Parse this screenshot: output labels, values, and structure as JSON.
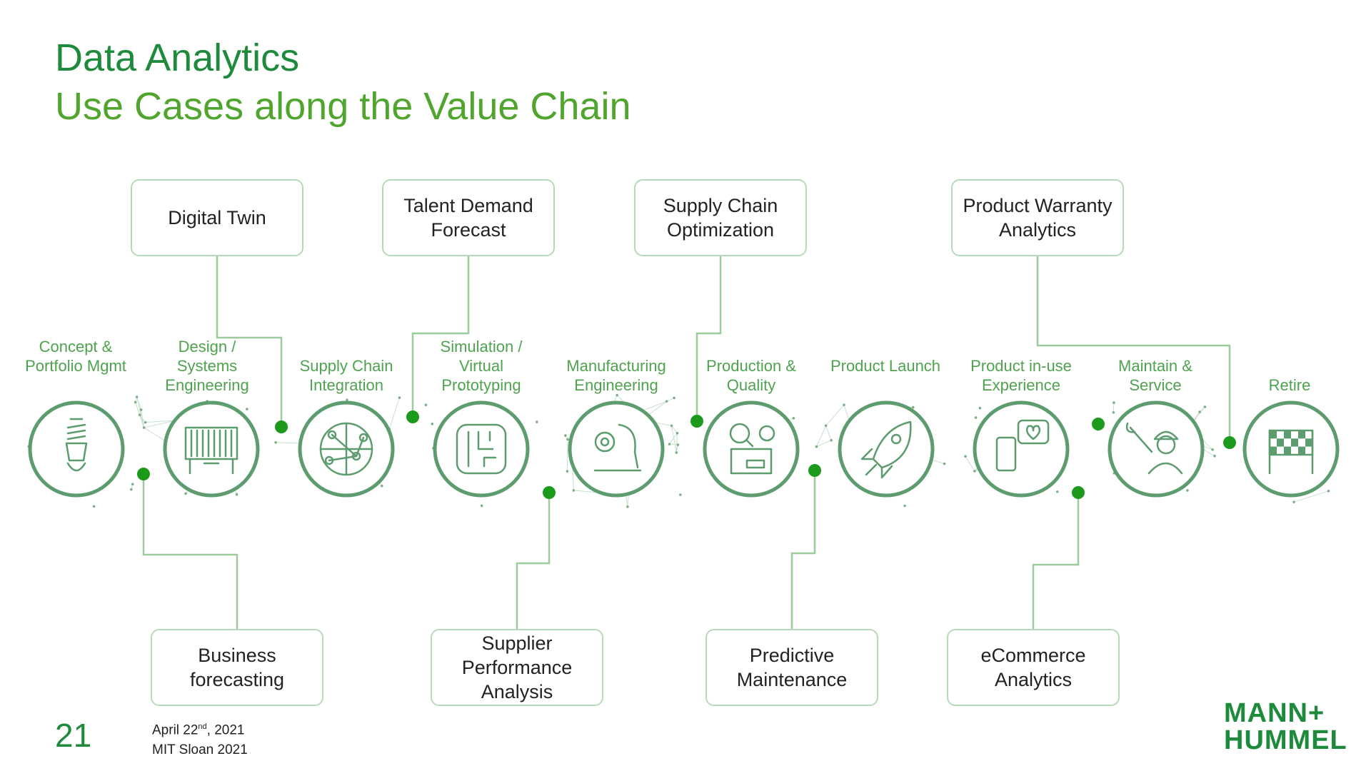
{
  "header": {
    "title": "Data Analytics",
    "subtitle": "Use Cases along the Value Chain"
  },
  "stages": [
    {
      "label": "Concept & Portfolio Mgmt",
      "icon": "lightbulb-icon"
    },
    {
      "label": "Design / Systems Engineering",
      "icon": "drafting-board-icon"
    },
    {
      "label": "Supply Chain Integration",
      "icon": "network-globe-icon"
    },
    {
      "label": "Simulation / Virtual Prototyping",
      "icon": "circuit-chip-icon"
    },
    {
      "label": "Manufacturing Engineering",
      "icon": "robot-arm-gear-icon"
    },
    {
      "label": "Production & Quality",
      "icon": "search-gear-box-icon"
    },
    {
      "label": "Product Launch",
      "icon": "rocket-icon"
    },
    {
      "label": "Product in-use Experience",
      "icon": "phone-heart-icon"
    },
    {
      "label": "Maintain & Service",
      "icon": "wrench-worker-icon"
    },
    {
      "label": "Retire",
      "icon": "checkered-flag-icon"
    }
  ],
  "use_cases_top": [
    {
      "label": "Digital Twin"
    },
    {
      "label": "Talent Demand Forecast"
    },
    {
      "label": "Supply Chain Optimization"
    },
    {
      "label": "Product Warranty Analytics"
    }
  ],
  "use_cases_bottom": [
    {
      "label": "Business forecasting"
    },
    {
      "label": "Supplier Performance Analysis"
    },
    {
      "label": "Predictive Maintenance"
    },
    {
      "label": "eCommerce Analytics"
    }
  ],
  "footer": {
    "page_number": "21",
    "date_line": "April 22nd, 2021",
    "event_line": "MIT Sloan 2021"
  },
  "logo": {
    "line1": "MANN+",
    "line2": "HUMMEL"
  },
  "colors": {
    "dark_green": "#1e8a3c",
    "light_green": "#4fa52e",
    "circle_green": "#5c9c6e",
    "dot_green": "#1c9a1c",
    "connector_gray": "#b7d9b7"
  }
}
